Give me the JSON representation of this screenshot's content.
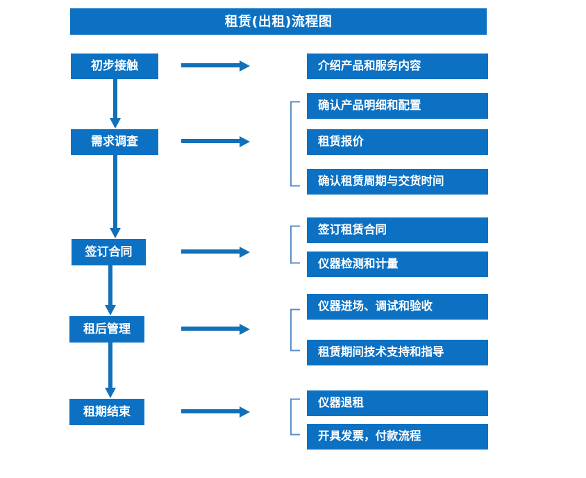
{
  "diagram": {
    "title": "租赁(出租)流程图",
    "colors": {
      "box_blue": "#0C71C3",
      "arrow_blue": "#1270B8",
      "bracket_blue": "#5B8FC9",
      "text_white": "#FFFFFF",
      "background": "#FFFFFF"
    },
    "stages": [
      {
        "id": "stage-1",
        "label": "初步接触"
      },
      {
        "id": "stage-2",
        "label": "需求调查"
      },
      {
        "id": "stage-3",
        "label": "签订合同"
      },
      {
        "id": "stage-4",
        "label": "租后管理"
      },
      {
        "id": "stage-5",
        "label": "租期结束"
      }
    ],
    "details": {
      "group1": [
        {
          "label": "介绍产品和服务内容"
        }
      ],
      "group2": [
        {
          "label": "确认产品明细和配置"
        },
        {
          "label": "租赁报价"
        },
        {
          "label": "确认租赁周期与交货时间"
        }
      ],
      "group3": [
        {
          "label": "签订租赁合同"
        },
        {
          "label": "仪器检测和计量"
        }
      ],
      "group4": [
        {
          "label": "仪器进场、调试和验收"
        },
        {
          "label": "租赁期间技术支持和指导"
        }
      ],
      "group5": [
        {
          "label": "仪器退租"
        },
        {
          "label": "开具发票，付款流程"
        }
      ]
    },
    "connectors": {
      "right_arrows": 5,
      "down_arrows": 4,
      "brackets": 4
    }
  }
}
